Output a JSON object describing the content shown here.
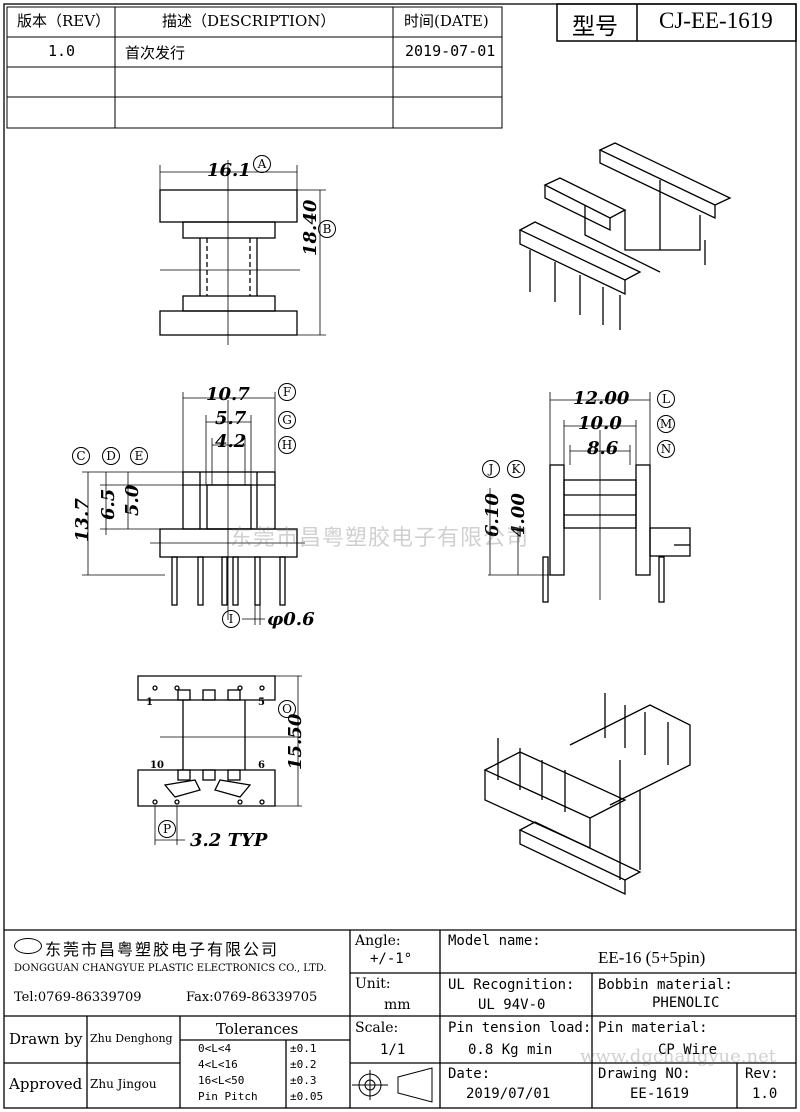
{
  "revision_table": {
    "headers": {
      "rev": "版本（REV）",
      "desc": "描述（DESCRIPTION）",
      "date": "时间(DATE)"
    },
    "rows": [
      {
        "rev": "1.0",
        "desc": "首次发行",
        "date": "2019-07-01"
      },
      {
        "rev": "",
        "desc": "",
        "date": ""
      },
      {
        "rev": "",
        "desc": "",
        "date": ""
      }
    ]
  },
  "model_box": {
    "label": "型号",
    "value": "CJ-EE-1619"
  },
  "dimensions": {
    "top_width": "16.1",
    "top_width_tag": "A",
    "top_height": "18.40",
    "top_height_tag": "B",
    "front_w1": "10.7",
    "front_w1_tag": "F",
    "front_w2": "5.7",
    "front_w2_tag": "G",
    "front_w3": "4.2",
    "front_w3_tag": "H",
    "front_tags_left": [
      "C",
      "D",
      "E"
    ],
    "front_h1": "13.7",
    "front_h2": "6.5",
    "front_h3": "5.0",
    "pin_tag": "I",
    "pin_dia": "φ0.6",
    "side_w1": "12.00",
    "side_w1_tag": "L",
    "side_w2": "10.0",
    "side_w2_tag": "M",
    "side_w3": "8.6",
    "side_w3_tag": "N",
    "side_tags": [
      "J",
      "K"
    ],
    "side_h1": "6.10",
    "side_h2": "4.00",
    "bottom_height": "15.50",
    "bottom_height_tag": "O",
    "pitch_tag": "P",
    "pitch": "3.2 TYP",
    "pin_nums": [
      "1",
      "5",
      "10",
      "6"
    ]
  },
  "watermark_cn": "东莞市昌粤塑胶电子有限公司",
  "watermark_url": "www.dgchangyue.net",
  "title_block": {
    "company_cn": "东莞市昌粤塑胶电子有限公司",
    "company_en": "DONGGUAN CHANGYUE PLASTIC ELECTRONICS CO., LTD.",
    "tel": "Tel:0769-86339709",
    "fax": "Fax:0769-86339705",
    "angle_label": "Angle:",
    "angle_value": "+/-1°",
    "unit_label": "Unit:",
    "unit_value": "mm",
    "scale_label": "Scale:",
    "scale_value": "1/1",
    "model_label": "Model name:",
    "model_value": "EE-16 (5+5pin)",
    "ul_label": "UL Recognition:",
    "ul_value": "UL 94V-0",
    "bobbin_label": "Bobbin material:",
    "bobbin_value": "PHENOLIC",
    "tension_label": "Pin tension load:",
    "tension_value": "0.8 Kg min",
    "pinmat_label": "Pin material:",
    "pinmat_value": "CP Wire",
    "date_label": "Date:",
    "date_value": "2019/07/01",
    "drawing_label": "Drawing NO:",
    "drawing_value": "EE-1619",
    "rev_label": "Rev:",
    "rev_value": "1.0",
    "drawn_label": "Drawn by",
    "drawn_value": "Zhu Denghong",
    "approved_label": "Approved",
    "approved_value": "Zhu  Jingou",
    "tolerances_title": "Tolerances",
    "tolerances": [
      {
        "range": "0<L<4",
        "value": "±0.1"
      },
      {
        "range": "4<L<16",
        "value": "±0.2"
      },
      {
        "range": "16<L<50",
        "value": "±0.3"
      },
      {
        "range": "Pin Pitch",
        "value": "±0.05"
      }
    ]
  }
}
